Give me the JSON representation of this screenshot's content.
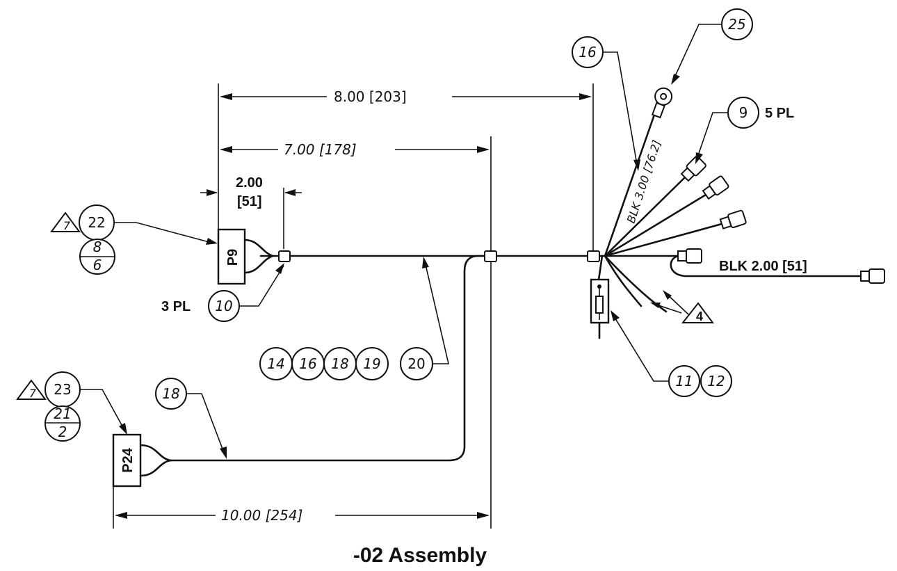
{
  "caption": "-02 Assembly",
  "dimensions": {
    "overall": "8.00 [203]",
    "splice": "7.00 [178]",
    "short_top": "2.00",
    "short_bottom": "[51]",
    "lower": "10.00 [254]",
    "branch_blk": "BLK 3.00 [76.2]",
    "pigtail_blk": "BLK 2.00 [51]"
  },
  "connectors": {
    "p9": "P9",
    "p24": "P24"
  },
  "balloons": {
    "b22": "22",
    "b8": "8",
    "b6": "6",
    "b23": "23",
    "b21": "21",
    "b2": "2",
    "b10": "10",
    "b14": "14",
    "b16a": "16",
    "b18a": "18",
    "b19": "19",
    "b20": "20",
    "b18b": "18",
    "b16b": "16",
    "b25": "25",
    "b9": "9",
    "b11": "11",
    "b12": "12"
  },
  "flags": {
    "f7a": "7",
    "f7b": "7",
    "f4": "4"
  },
  "callout_notes": {
    "pl3": "3 PL",
    "pl5": "5 PL"
  }
}
